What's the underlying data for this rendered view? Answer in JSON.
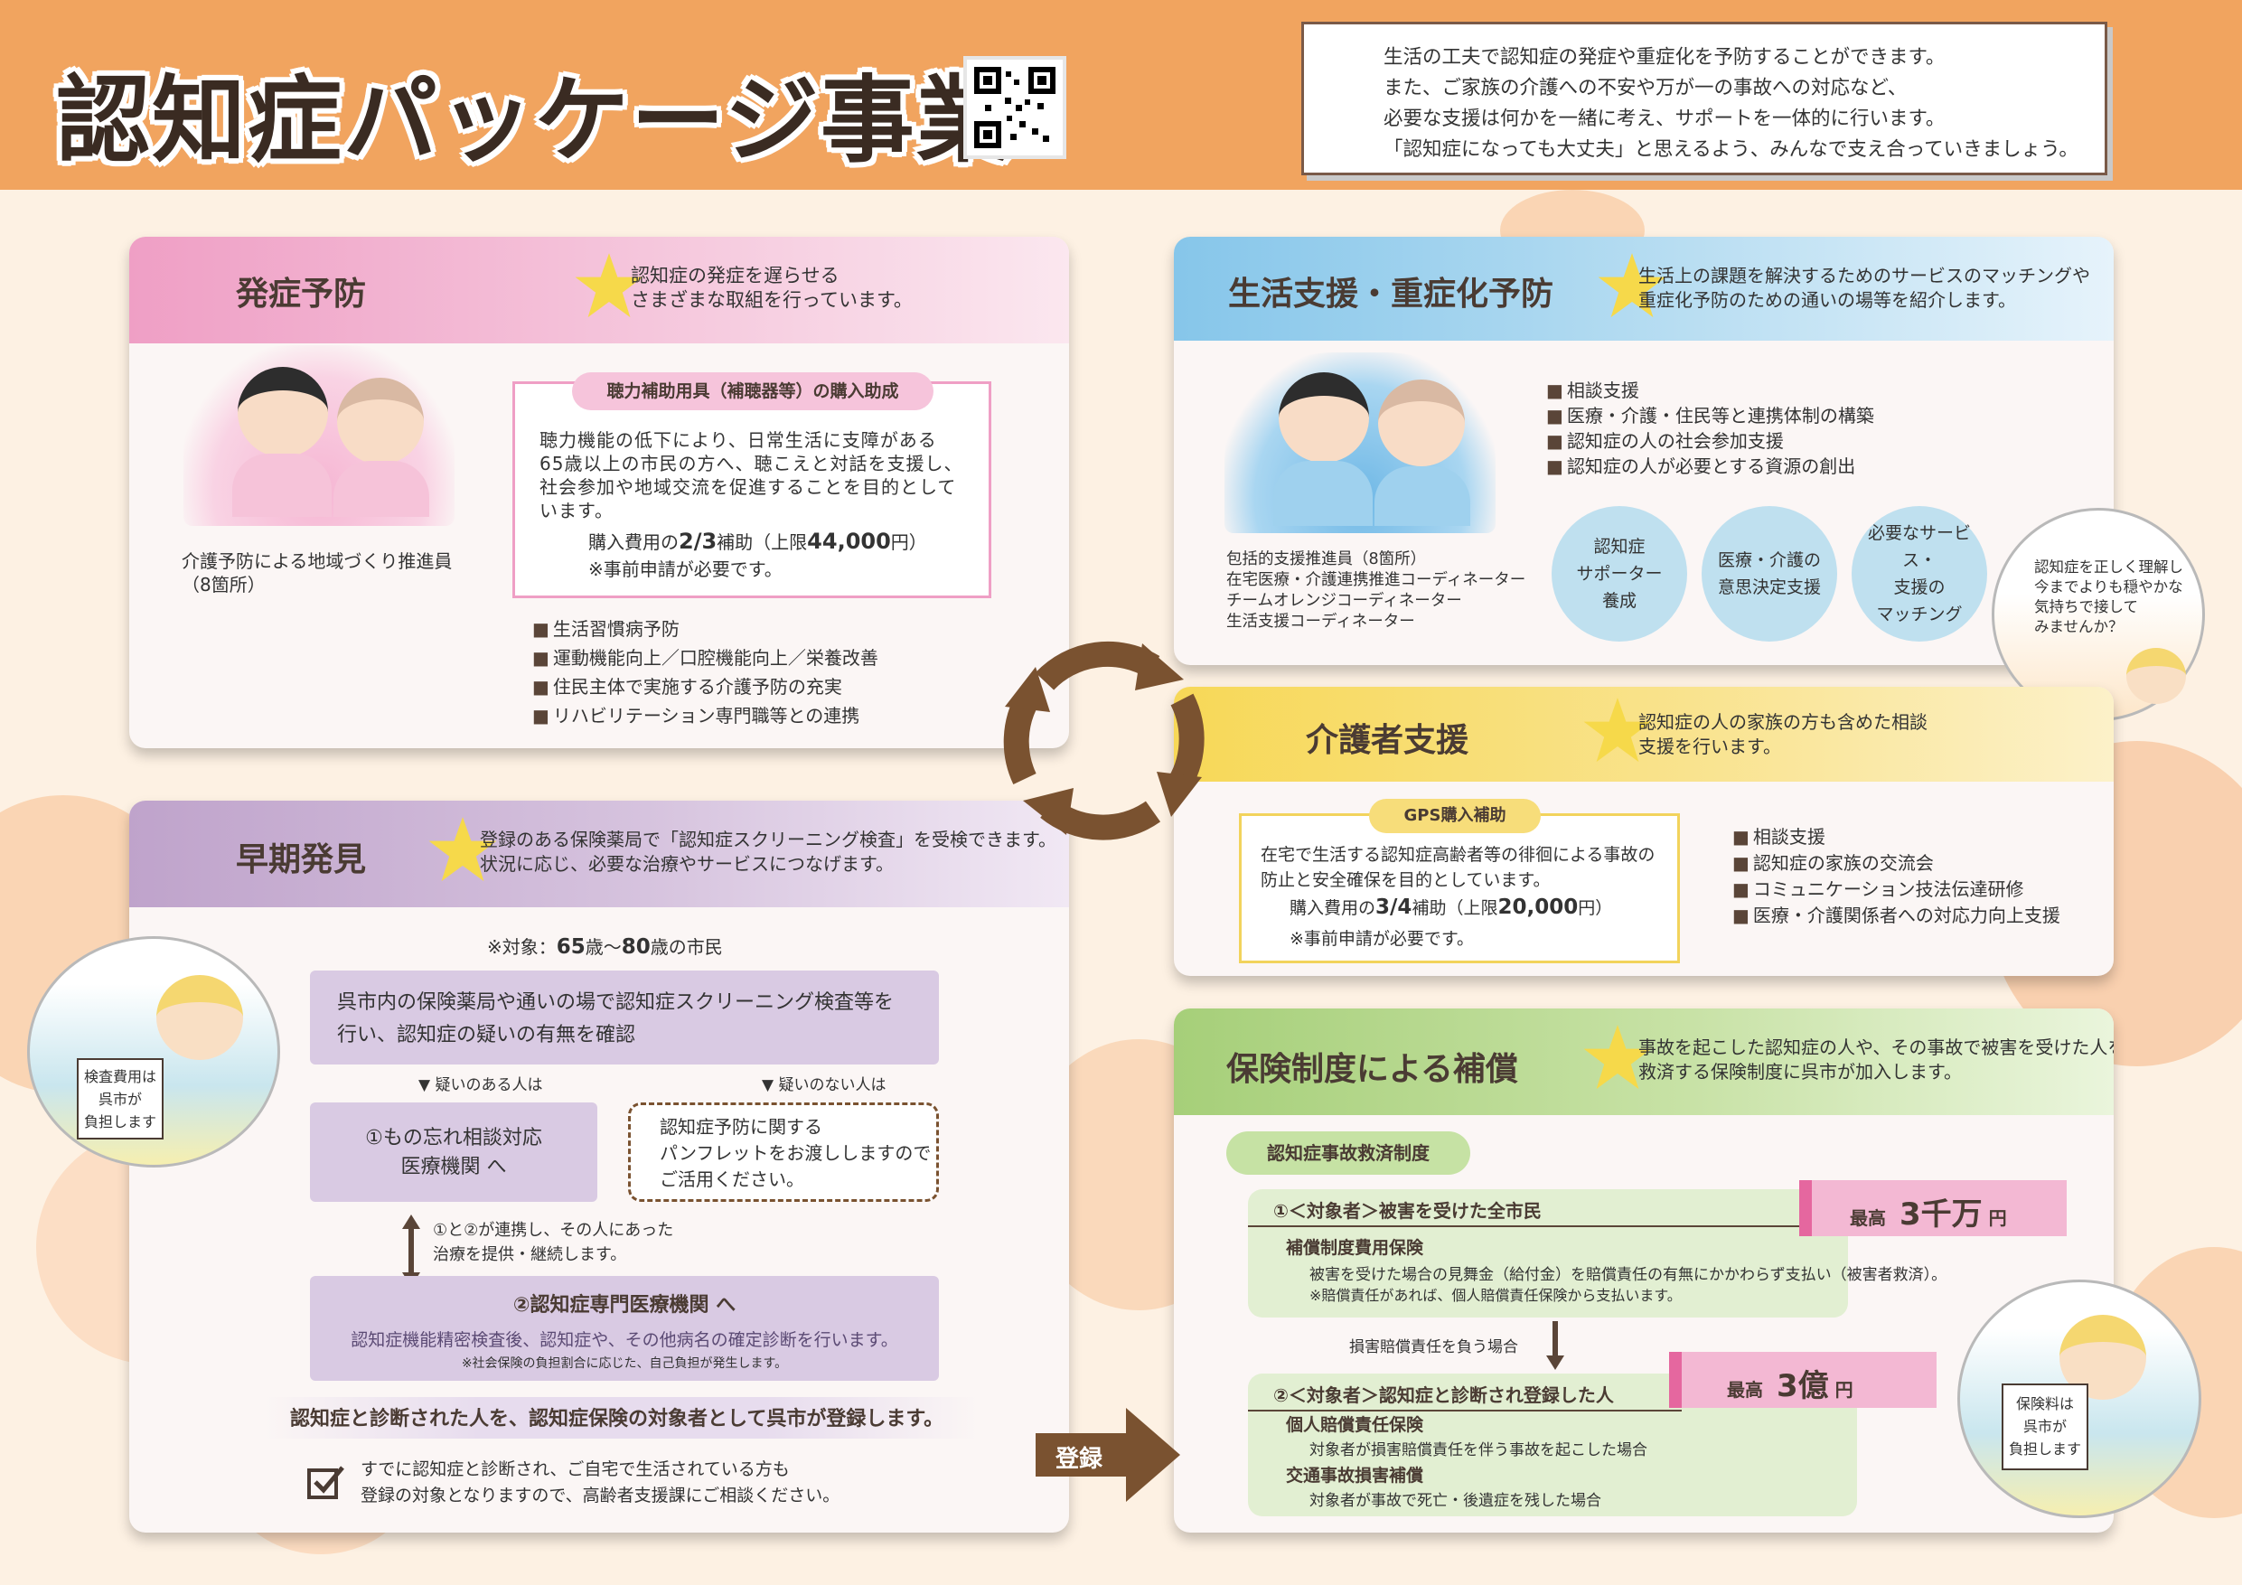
{
  "header": {
    "title": "認知症パッケージ事業",
    "qr_alt": "QRコード",
    "intro": [
      "生活の工夫で認知症の発症や重症化を予防することができます。",
      "また、ご家族の介護への不安や万が一の事故への対応など、",
      "必要な支援は何かを一緒に考え、サポートを一体的に行います。",
      "「認知症になっても大丈夫」と思えるよう、みんなで支え合っていきましょう。"
    ]
  },
  "colors": {
    "orange": "#f1a45f",
    "pink": "#ef9fc5",
    "blue": "#86c6ea",
    "purple": "#bfa3cb",
    "yellow": "#f7d857",
    "green": "#a6cf79",
    "brown_arrow": "#7a5230",
    "star": "#f6d94a"
  },
  "prevention": {
    "title": "発症予防",
    "desc": [
      "認知症の発症を遅らせる",
      "さまざまな取組を行っています。"
    ],
    "tag": "聴力補助用具（補聴器等）の購入助成",
    "body": [
      "聴力機能の低下により、日常生活に支障がある",
      "65歳以上の市民の方へ、聴こえと対話を支援し、",
      "社会参加や地域交流を促進することを目的として",
      "います。"
    ],
    "subsidy_prefix": "購入費用の",
    "subsidy_rate": "2/3",
    "subsidy_mid": "補助（上限",
    "subsidy_limit": "44,000",
    "subsidy_suffix": "円）",
    "note": "※事前申請が必要です。",
    "caption": [
      "介護予防による地域づくり推進員",
      "（8箇所）"
    ],
    "bullets": [
      "生活習慣病予防",
      "運動機能向上／口腔機能向上／栄養改善",
      "住民主体で実施する介護予防の充実",
      "リハビリテーション専門職等との連携"
    ]
  },
  "life_support": {
    "title": "生活支援・重症化予防",
    "desc": [
      "生活上の課題を解決するためのサービスのマッチングや",
      "重症化予防のための通いの場等を紹介します。"
    ],
    "bullets": [
      "相談支援",
      "医療・介護・住民等と連携体制の構築",
      "認知症の人の社会参加支援",
      "認知症の人が必要とする資源の創出"
    ],
    "caption": [
      "包括的支援推進員（8箇所）",
      "在宅医療・介護連携推進コーディネーター",
      "チームオレンジコーディネーター",
      "生活支援コーディネーター"
    ],
    "circles": [
      [
        "認知症",
        "サポーター",
        "養成"
      ],
      [
        "医療・介護の",
        "意思決定支援"
      ],
      [
        "必要なサービス・",
        "支援の",
        "マッチング"
      ]
    ],
    "bubble": [
      "認知症を正しく理解し",
      "今までよりも穏やかな",
      "気持ちで接して",
      "みませんか？"
    ]
  },
  "caregiver": {
    "title": "介護者支援",
    "desc": [
      "認知症の人の家族の方も含めた相談",
      "支援を行います。"
    ],
    "tag": "GPS購入補助",
    "body": [
      "在宅で生活する認知症高齢者等の徘徊による事故の",
      "防止と安全確保を目的としています。"
    ],
    "subsidy_prefix": "購入費用の",
    "subsidy_rate": "3/4",
    "subsidy_mid": "補助（上限",
    "subsidy_limit": "20,000",
    "subsidy_suffix": "円）",
    "note": "※事前申請が必要です。",
    "bullets": [
      "相談支援",
      "認知症の家族の交流会",
      "コミュニケーション技法伝達研修",
      "医療・介護関係者への対応力向上支援"
    ]
  },
  "early": {
    "title": "早期発見",
    "desc": [
      "登録のある保険薬局で「認知症スクリーニング検査」を受検できます。",
      "状況に応じ、必要な治療やサービスにつなげます。"
    ],
    "target_prefix": "※対象：",
    "target_from": "65",
    "target_mid": "歳～",
    "target_to": "80",
    "target_suffix": "歳の市民",
    "step1": [
      "呉市内の保険薬局や通いの場で認知症スクリーニング検査等を",
      "行い、認知症の疑いの有無を確認"
    ],
    "branch_yes": "▼ 疑いのある人は",
    "branch_no": "▼ 疑いのない人は",
    "step_yes": [
      "①もの忘れ相談対応",
      "医療機関 へ"
    ],
    "step_no": [
      "認知症予防に関する",
      "パンフレットをお渡ししますので",
      "ご活用ください。"
    ],
    "link_note": [
      "①と②が連携し、その人にあった",
      "治療を提供・継続します。"
    ],
    "step2_title": "②認知症専門医療機関 へ",
    "step2_body": "認知症機能精密検査後、認知症や、その他病名の確定診断を行います。",
    "step2_note": "※社会保険の負担割合に応じた、自己負担が発生します。",
    "register": "認知症と診断された人を、認知症保険の対象者として呉市が登録します。",
    "check_note": [
      "すでに認知症と診断され、ご自宅で生活されている方も",
      "登録の対象となりますので、高齢者支援課にご相談ください。"
    ],
    "bubble": [
      "検査費用は",
      "呉市が",
      "負担します"
    ],
    "register_arrow": "登録"
  },
  "insurance": {
    "title": "保険制度による補償",
    "desc": [
      "事故を起こした認知症の人や、その事故で被害を受けた人を",
      "救済する保険制度に呉市が加入します。"
    ],
    "tag": "認知症事故救済制度",
    "case1_title": "①＜対象者＞被害を受けた全市民",
    "case1_max_prefix": "最高",
    "case1_max": "3千万",
    "case1_max_unit": "円",
    "case1_sub": "補償制度費用保険",
    "case1_body": "被害を受けた場合の見舞金（給付金）を賠償責任の有無にかかわらず支払い（被害者救済）。",
    "case1_note": "※賠償責任があれば、個人賠償責任保険から支払います。",
    "between": "損害賠償責任を負う場合",
    "case2_title": "②＜対象者＞認知症と診断され登録した人",
    "case2_max_prefix": "最高",
    "case2_max": "3億",
    "case2_max_unit": "円",
    "case2_sub1": "個人賠償責任保険",
    "case2_body1": "対象者が損害賠償責任を伴う事故を起こした場合",
    "case2_sub2": "交通事故損害補償",
    "case2_body2": "対象者が事故で死亡・後遺症を残した場合",
    "bubble": [
      "保険料は",
      "呉市が",
      "負担します"
    ]
  }
}
